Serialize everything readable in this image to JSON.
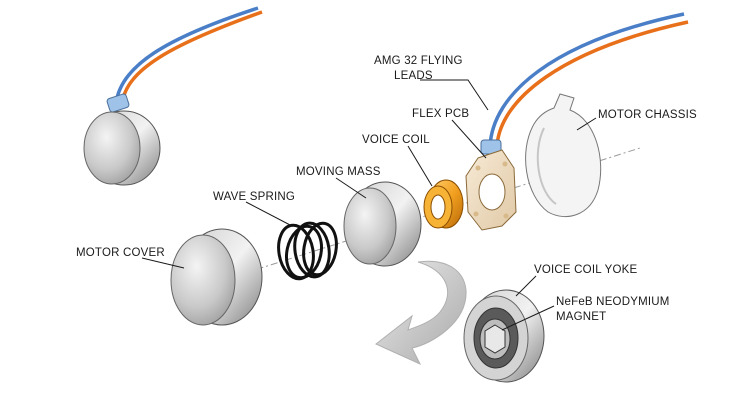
{
  "labels": {
    "amg_leads_line1": "AMG 32 FLYING",
    "amg_leads_line2": "LEADS",
    "flex_pcb": "FLEX PCB",
    "motor_chassis": "MOTOR CHASSIS",
    "voice_coil": "VOICE COIL",
    "moving_mass": "MOVING MASS",
    "wave_spring": "WAVE SPRING",
    "motor_cover": "MOTOR COVER",
    "voice_coil_yoke": "VOICE COIL YOKE",
    "magnet_line1": "NeFeB NEODYMIUM",
    "magnet_line2": "MAGNET"
  },
  "colors": {
    "wire_orange": "#e8701a",
    "wire_blue": "#4a7fc8",
    "coil_copper": "#f2a020",
    "metal_light": "#e6e6e6",
    "metal_dark": "#8c8c8c",
    "arrow_grey": "#bdbdbd"
  }
}
